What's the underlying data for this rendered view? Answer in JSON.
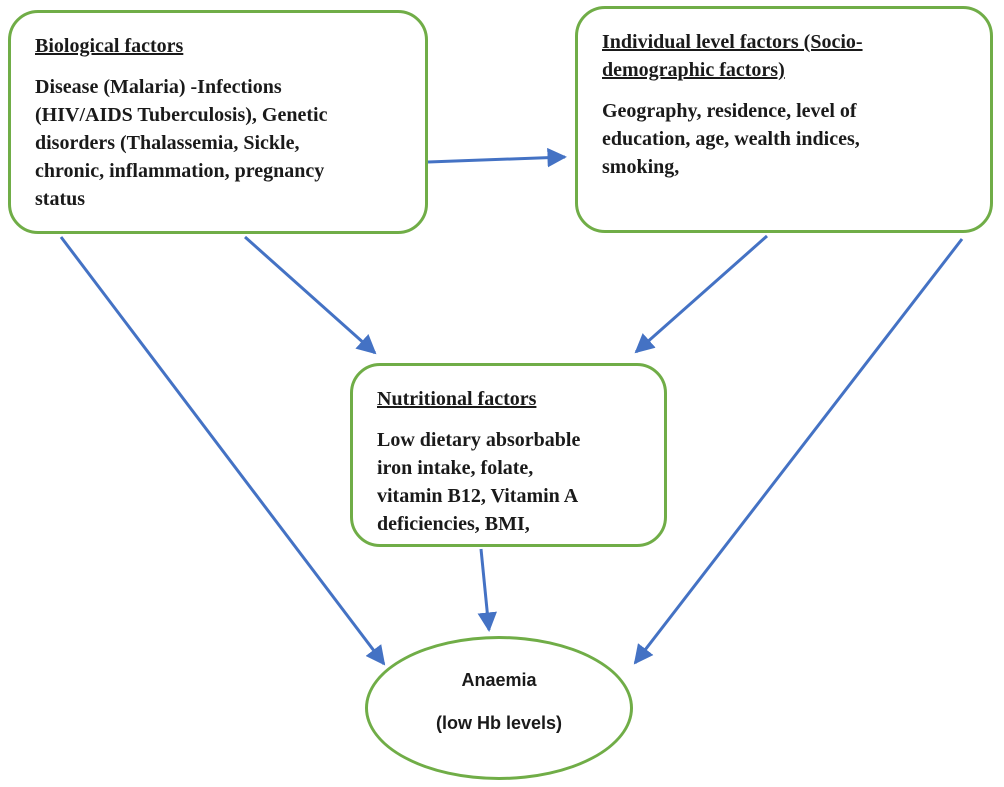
{
  "colors": {
    "node_border": "#70AD47",
    "arrow": "#4472C4",
    "text": "#1a1a1a"
  },
  "nodes": {
    "biological": {
      "title": "Biological factors",
      "body": "Disease (Malaria) -Infections\n(HIV/AIDS Tuberculosis), Genetic\ndisorders (Thalassemia, Sickle,\nchronic, inflammation, pregnancy\nstatus"
    },
    "individual": {
      "title": "Individual level factors (Socio-\ndemographic factors)",
      "body": " Geography, residence, level of\neducation, age, wealth indices,\nsmoking,"
    },
    "nutritional": {
      "title": "Nutritional factors",
      "body": "Low dietary absorbable\niron intake, folate,\nvitamin B12, Vitamin A\ndeficiencies, BMI,"
    },
    "anaemia": {
      "line1": "Anaemia",
      "line2": "(low Hb levels)"
    }
  },
  "edges": [
    {
      "from": "biological-factors",
      "to": "individual-level-factors"
    },
    {
      "from": "biological-factors",
      "to": "nutritional-factors"
    },
    {
      "from": "biological-factors",
      "to": "anaemia"
    },
    {
      "from": "individual-level-factors",
      "to": "nutritional-factors"
    },
    {
      "from": "individual-level-factors",
      "to": "anaemia"
    },
    {
      "from": "nutritional-factors",
      "to": "anaemia"
    }
  ]
}
